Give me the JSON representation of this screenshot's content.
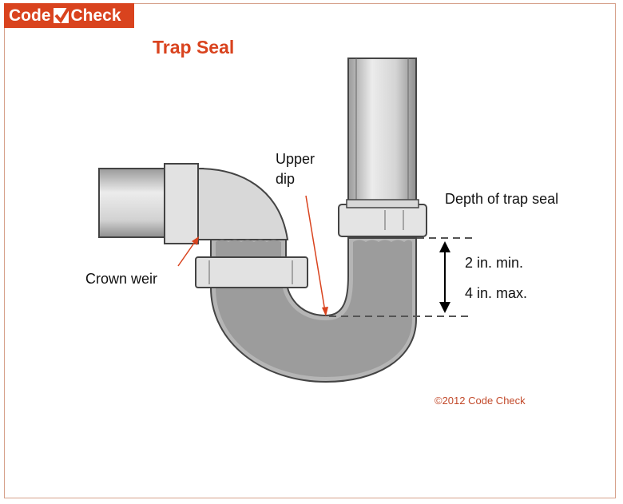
{
  "logo": {
    "word1": "Code",
    "word2": "Check",
    "check_icon": "checkmark-icon"
  },
  "title": "Trap Seal",
  "labels": {
    "upper_dip": "Upper dip",
    "crown_weir": "Crown weir",
    "depth": "Depth of trap seal",
    "min": "2 in. min.",
    "max": "4 in. max."
  },
  "copyright": "©2012 Code Check",
  "colors": {
    "brand": "#d9431e",
    "pipe": "#d6d6d6",
    "water": "#9a9a9a",
    "arrow": "#d9431e"
  }
}
